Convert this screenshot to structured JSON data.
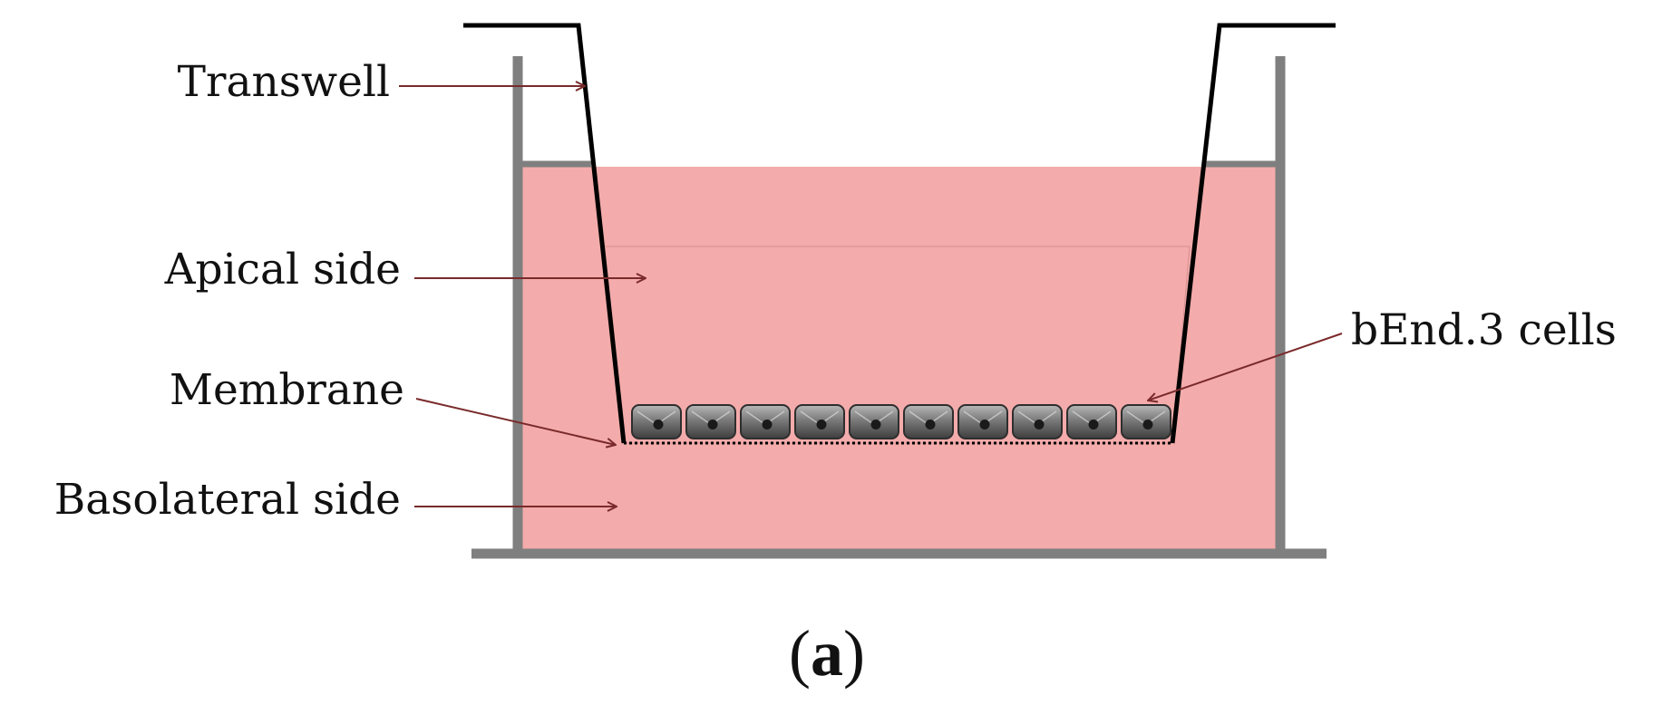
{
  "labels": {
    "transwell": "Transwell",
    "apical": "Apical side",
    "membrane": "Membrane",
    "basolateral": "Basolateral side",
    "cells": "bEnd.3 cells"
  },
  "panel": {
    "open": "(",
    "letter": "a",
    "close": ")"
  },
  "cell_count": 10,
  "colors": {
    "medium": "#f4abab",
    "well_wall": "#7f7f7f",
    "insert_wall": "#000000",
    "arrow": "#7a2a2a",
    "cell_body": "#6e6e6e",
    "cell_nucleus": "#1a1a1a"
  }
}
